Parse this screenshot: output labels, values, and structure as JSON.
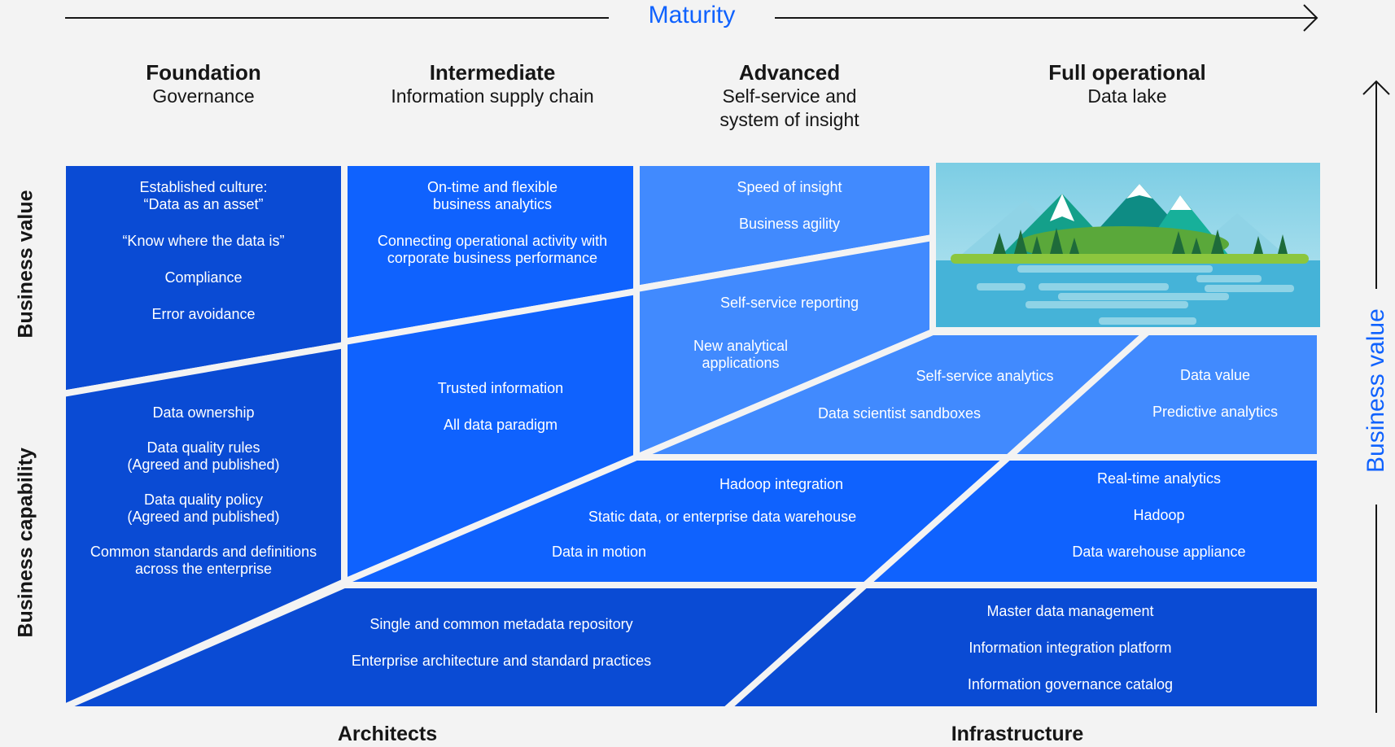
{
  "maturity_axis": {
    "label": "Maturity"
  },
  "stages": [
    {
      "title": "Foundation",
      "subtitle": "Governance"
    },
    {
      "title": "Intermediate",
      "subtitle": "Information supply chain"
    },
    {
      "title": "Advanced",
      "subtitle": "Self-service and\nsystem of insight"
    },
    {
      "title": "Full operational",
      "subtitle": "Data lake"
    }
  ],
  "left_axis": {
    "top": "Business value",
    "bottom": "Business capability"
  },
  "right_axis": {
    "label": "Business value"
  },
  "bottom_labels": {
    "left": "Architects",
    "right": "Infrastructure"
  },
  "blocks": {
    "foundation_value": [
      "Established culture:\n“Data as an asset”",
      "“Know where the data is”",
      "Compliance",
      "Error avoidance"
    ],
    "foundation_capability": [
      "Data ownership",
      "Data quality rules\n(Agreed and published)",
      "Data quality policy\n(Agreed and published)",
      "Common standards and definitions\nacross the enterprise"
    ],
    "intermediate_value": [
      "On-time and flexible\nbusiness analytics",
      "Connecting operational activity with\ncorporate business performance"
    ],
    "intermediate_capability": [
      "Trusted  information",
      "All data paradigm"
    ],
    "advanced_value": [
      "Speed of insight",
      "Business agility"
    ],
    "advanced_reporting": [
      "Self-service reporting"
    ],
    "advanced_apps": [
      "New analytical\napplications"
    ],
    "self_service": [
      "Self-service analytics",
      "Data scientist sandboxes"
    ],
    "data_value": [
      "Data value",
      "Predictive analytics"
    ],
    "hadoop_mid": [
      "Hadoop integration",
      "Static data, or enterprise data warehouse",
      "Data in motion"
    ],
    "realtime": [
      "Real-time analytics",
      "Hadoop",
      "Data warehouse appliance"
    ],
    "architects": [
      "Single and common metadata repository",
      "Enterprise architecture and standard practices"
    ],
    "infrastructure": [
      "Master data management",
      "Information integration platform",
      "Information governance catalog"
    ]
  },
  "colors": {
    "dark": "#0a4bd4",
    "mid": "#0f62fe",
    "light": "#418afe",
    "accent": "#0f62fe",
    "background": "#f3f3f3"
  },
  "illustration": {
    "icon": "lake-mountains-illustration"
  }
}
